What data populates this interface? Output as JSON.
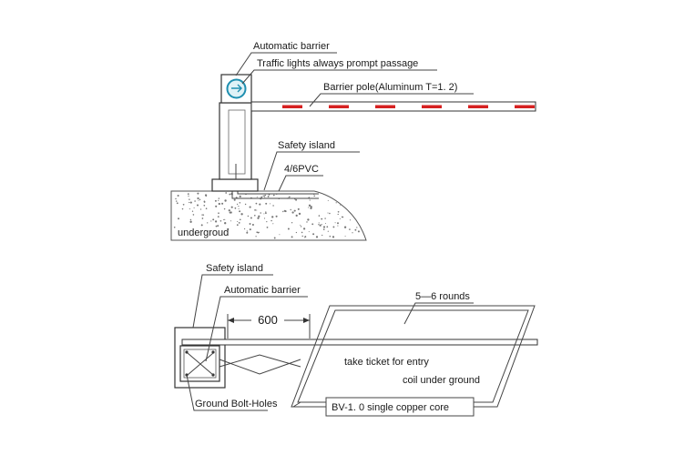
{
  "elevation": {
    "labels": {
      "automatic_barrier": "Automatic barrier",
      "traffic_lights": "Traffic lights always prompt passage",
      "barrier_pole": "Barrier pole(Aluminum T=1. 2)",
      "safety_island": "Safety island",
      "pvc": "4/6PVC",
      "underground": "undergroud"
    }
  },
  "plan": {
    "labels": {
      "safety_island": "Safety island",
      "automatic_barrier": "Automatic barrier",
      "dimension": "600",
      "rounds": "5—6 rounds",
      "ticket": "take ticket for entry",
      "coil": "coil under ground",
      "bolt_holes": "Ground Bolt-Holes",
      "copper_core": "BV-1. 0 single copper core"
    }
  },
  "colors": {
    "pole_stripe": "#d62020",
    "light_ring": "#1f8fb0",
    "line": "#444444",
    "ground_dots": "#777777"
  }
}
